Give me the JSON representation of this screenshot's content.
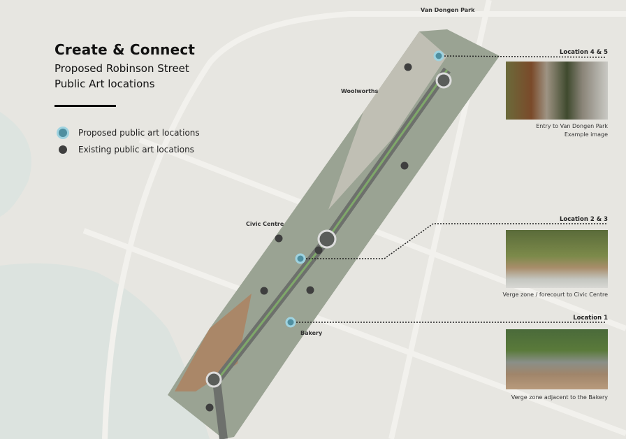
{
  "header": {
    "title": "Create & Connect",
    "subtitle_line1": "Proposed Robinson Street",
    "subtitle_line2": "Public Art locations"
  },
  "legend": {
    "proposed": "Proposed public art locations",
    "existing": "Existing public art locations"
  },
  "map_labels": {
    "park": "Van Dongen Park",
    "woolworths": "Woolworths",
    "civic": "Civic Centre",
    "bakery": "Bakery"
  },
  "locations": [
    {
      "title": "Location 4 & 5",
      "caption_line1": "Entry to Van Dongen Park",
      "caption_line2": "Example image"
    },
    {
      "title": "Location 2 & 3",
      "caption_line1": "Verge zone / forecourt to Civic Centre"
    },
    {
      "title": "Location 1",
      "caption_line1": "Verge zone adjacent to the Bakery"
    }
  ],
  "colors": {
    "proposed": "#4f8fa0",
    "proposed_ring": "#9fd3e0",
    "existing": "#3f3f3f"
  }
}
